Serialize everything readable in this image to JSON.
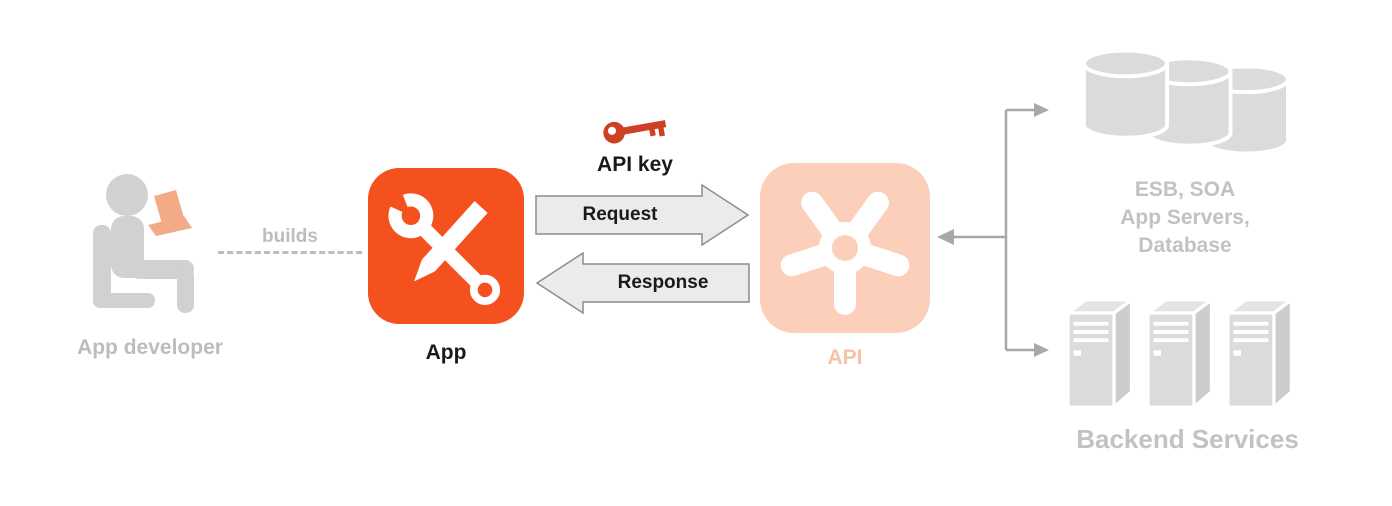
{
  "developer": {
    "label": "App developer",
    "builds_label": "builds"
  },
  "app": {
    "label": "App"
  },
  "api_key": {
    "label": "API key"
  },
  "flow": {
    "request_label": "Request",
    "response_label": "Response"
  },
  "api": {
    "label": "API"
  },
  "backend": {
    "top_caption_lines": [
      "ESB, SOA",
      "App Servers,",
      "Database"
    ],
    "bottom_caption": "Backend Services"
  },
  "icons": {
    "developer": "seated-developer-with-laptop-icon",
    "app": "wrench-and-pencil-icon",
    "api_key": "key-icon",
    "api": "pinwheel-proxy-icon",
    "backend_top": "database-cylinders-icon",
    "backend_bottom": "server-towers-icon"
  },
  "colors": {
    "app_icon_bg": "#F4511E",
    "api_icon_bg": "#FCCFBA",
    "api_label_text": "#F8C1A8",
    "key_red": "#CE4023",
    "icon_gray": "#D1D1D1",
    "laptop_peach": "#F2AA87",
    "text_gray": "#BDBDBD",
    "arrow_fill": "#EBEBEB",
    "arrow_stroke": "#8C8C8C",
    "connector_gray": "#A8A8A8",
    "label_black": "#1A1A1A"
  }
}
